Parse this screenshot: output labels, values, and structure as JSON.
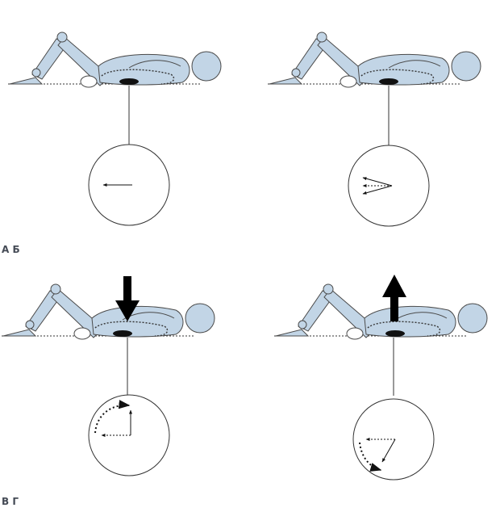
{
  "labels": {
    "row1": "А Б",
    "row2": "В Г"
  },
  "colors": {
    "figure_fill": "#c2d5e6",
    "figure_stroke": "#4a4a4a",
    "line": "#333333",
    "arrow": "#111111",
    "background": "#ffffff"
  },
  "panels": [
    {
      "id": "A",
      "external_force": "none",
      "dial_vectors": "single-left"
    },
    {
      "id": "B",
      "external_force": "none",
      "dial_vectors": "three-converging"
    },
    {
      "id": "V",
      "external_force": "down",
      "dial_vectors": "dotted-arc-up"
    },
    {
      "id": "G",
      "external_force": "up",
      "dial_vectors": "dotted-arc-down"
    }
  ]
}
